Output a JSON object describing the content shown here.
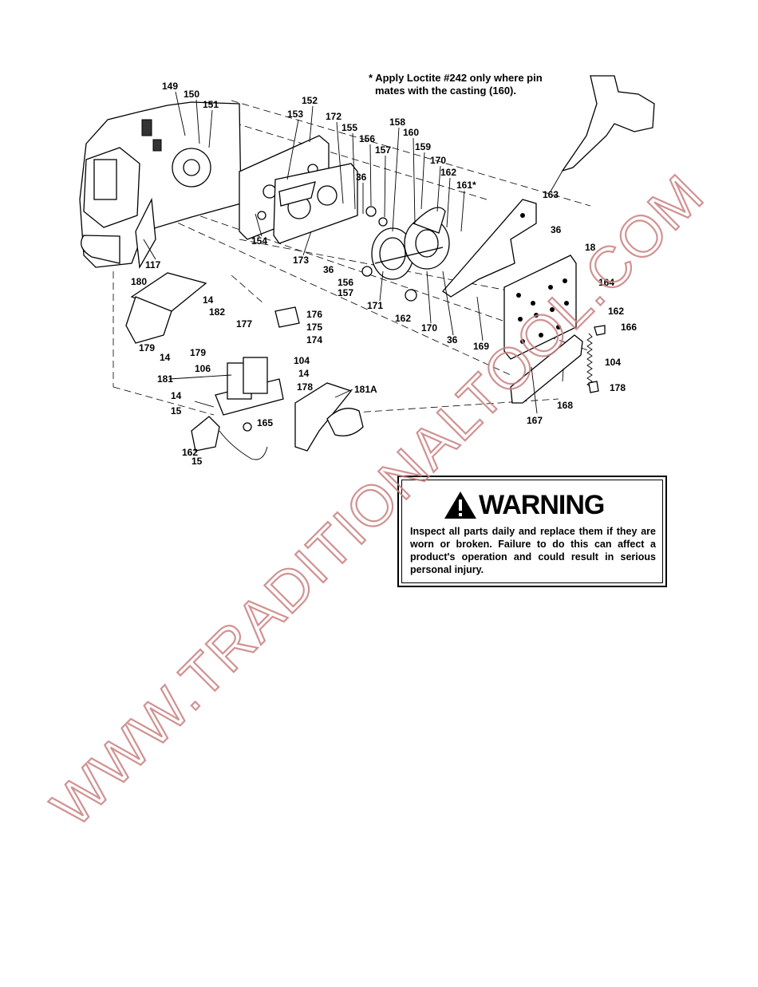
{
  "note": {
    "line1": "* Apply Loctite #242 only where pin",
    "line2": "mates with the casting (160)."
  },
  "callouts": [
    "149",
    "150",
    "151",
    "152",
    "153",
    "172",
    "155",
    "158",
    "160",
    "156",
    "157",
    "159",
    "170",
    "36",
    "162",
    "161*",
    "163",
    "36",
    "18",
    "164",
    "154",
    "173",
    "36",
    "117",
    "180",
    "156",
    "157",
    "171",
    "162",
    "170",
    "36",
    "169",
    "162",
    "166",
    "14",
    "182",
    "176",
    "175",
    "174",
    "177",
    "179",
    "14",
    "179",
    "104",
    "106",
    "14",
    "178",
    "181",
    "181A",
    "104",
    "178",
    "14",
    "15",
    "165",
    "167",
    "168",
    "162"
  ],
  "warning": {
    "title": "WARNING",
    "body": "Inspect all parts daily and replace them if they are worn or broken. Failure to do this can affect a product's operation and could result in serious personal injury."
  },
  "watermark": "WWW.TRADITIONALTOOL.COM"
}
